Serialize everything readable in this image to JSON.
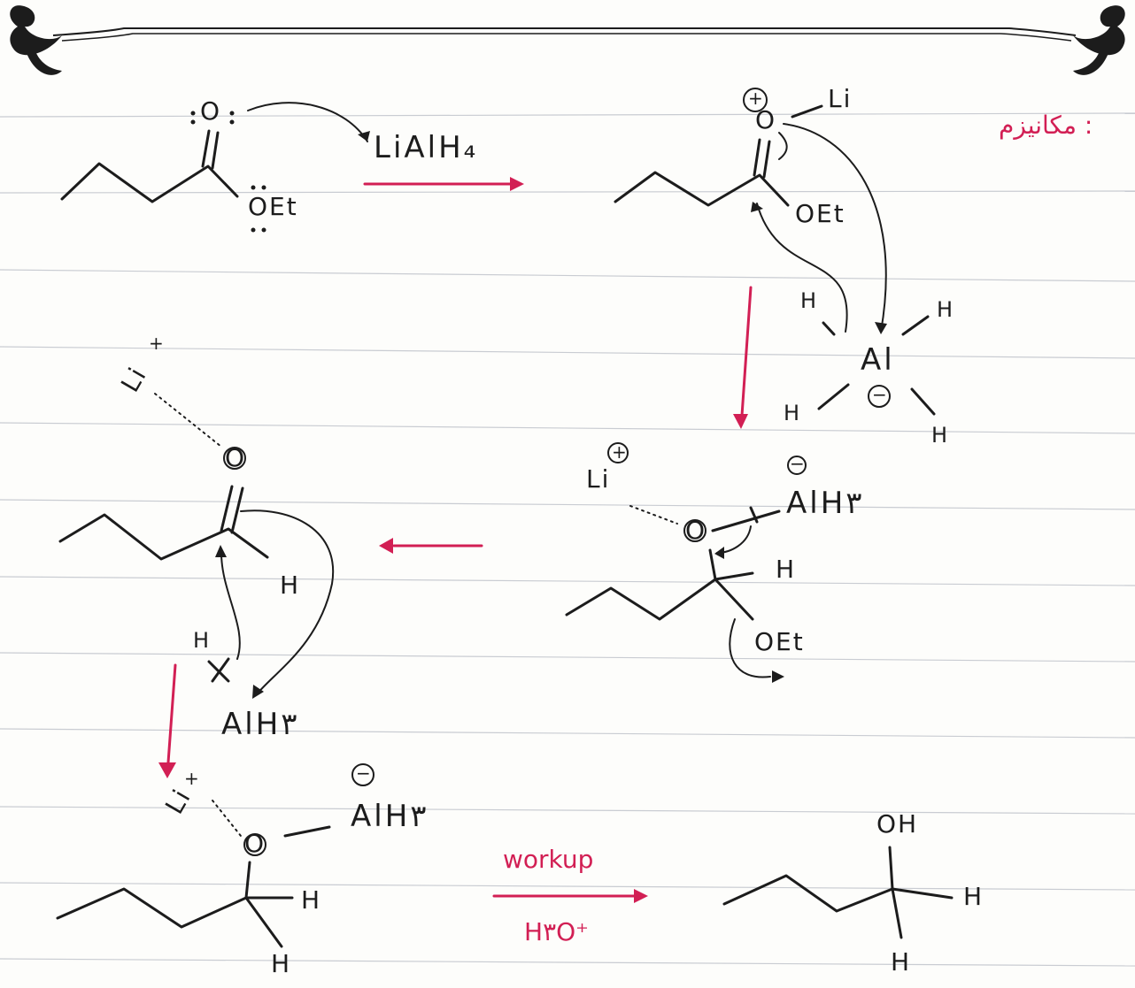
{
  "title": "مکانیزم :",
  "reagent": "LiAlH₄",
  "step1": {
    "oxygen": "O",
    "ethoxy": "OEt"
  },
  "step2": {
    "charge_plus": "+",
    "oxygen": "O",
    "lithium": "Li",
    "ethoxy": "OEt",
    "aluminum": "Al",
    "hydrogen": "H",
    "charge_minus": "−"
  },
  "step3": {
    "lithium": "Li",
    "charge_plus": "+",
    "oxygen": "O",
    "charge_minus": "−",
    "alh3": "AlH٣",
    "hydrogen": "H",
    "ethoxy": "OEt"
  },
  "step4": {
    "lithium": "Li",
    "charge_plus": "+",
    "oxygen": "O",
    "hydrogen": "H",
    "alh3": "AlH٣"
  },
  "step5": {
    "lithium": "Li",
    "charge_plus": "+",
    "oxygen": "O",
    "charge_minus": "−",
    "alh3": "AlH٣",
    "hydrogen": "H"
  },
  "workup": {
    "label": "workup",
    "reagent": "H٣O⁺"
  },
  "product": {
    "hydroxyl": "OH",
    "hydrogen": "H"
  },
  "colors": {
    "ink": "#1c1c1c",
    "accent": "#d21f54"
  }
}
